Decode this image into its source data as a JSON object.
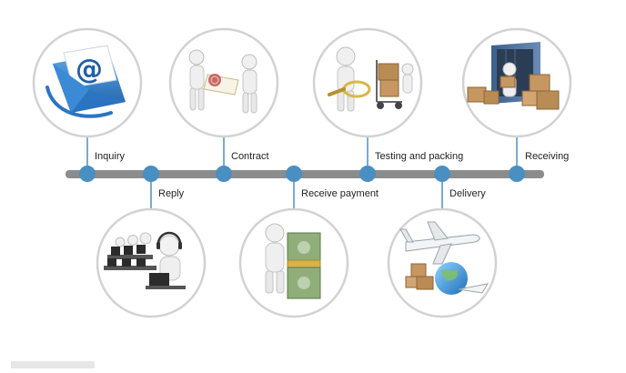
{
  "process": {
    "steps": [
      {
        "label": "Inquiry",
        "icon": "envelope-at-icon"
      },
      {
        "label": "Reply",
        "icon": "call-center-icon"
      },
      {
        "label": "Contract",
        "icon": "handshake-contract-icon"
      },
      {
        "label": "Receive payment",
        "icon": "money-stack-icon"
      },
      {
        "label": "Testing and packing",
        "icon": "magnifier-boxes-icon"
      },
      {
        "label": "Delivery",
        "icon": "airplane-globe-icon"
      },
      {
        "label": "Receiving",
        "icon": "container-boxes-icon"
      }
    ]
  },
  "colors": {
    "timeline": "#8c8c8c",
    "node": "#4a8fc2",
    "circle_border": "#d2d2d2",
    "connector": "#4a8fc2"
  }
}
